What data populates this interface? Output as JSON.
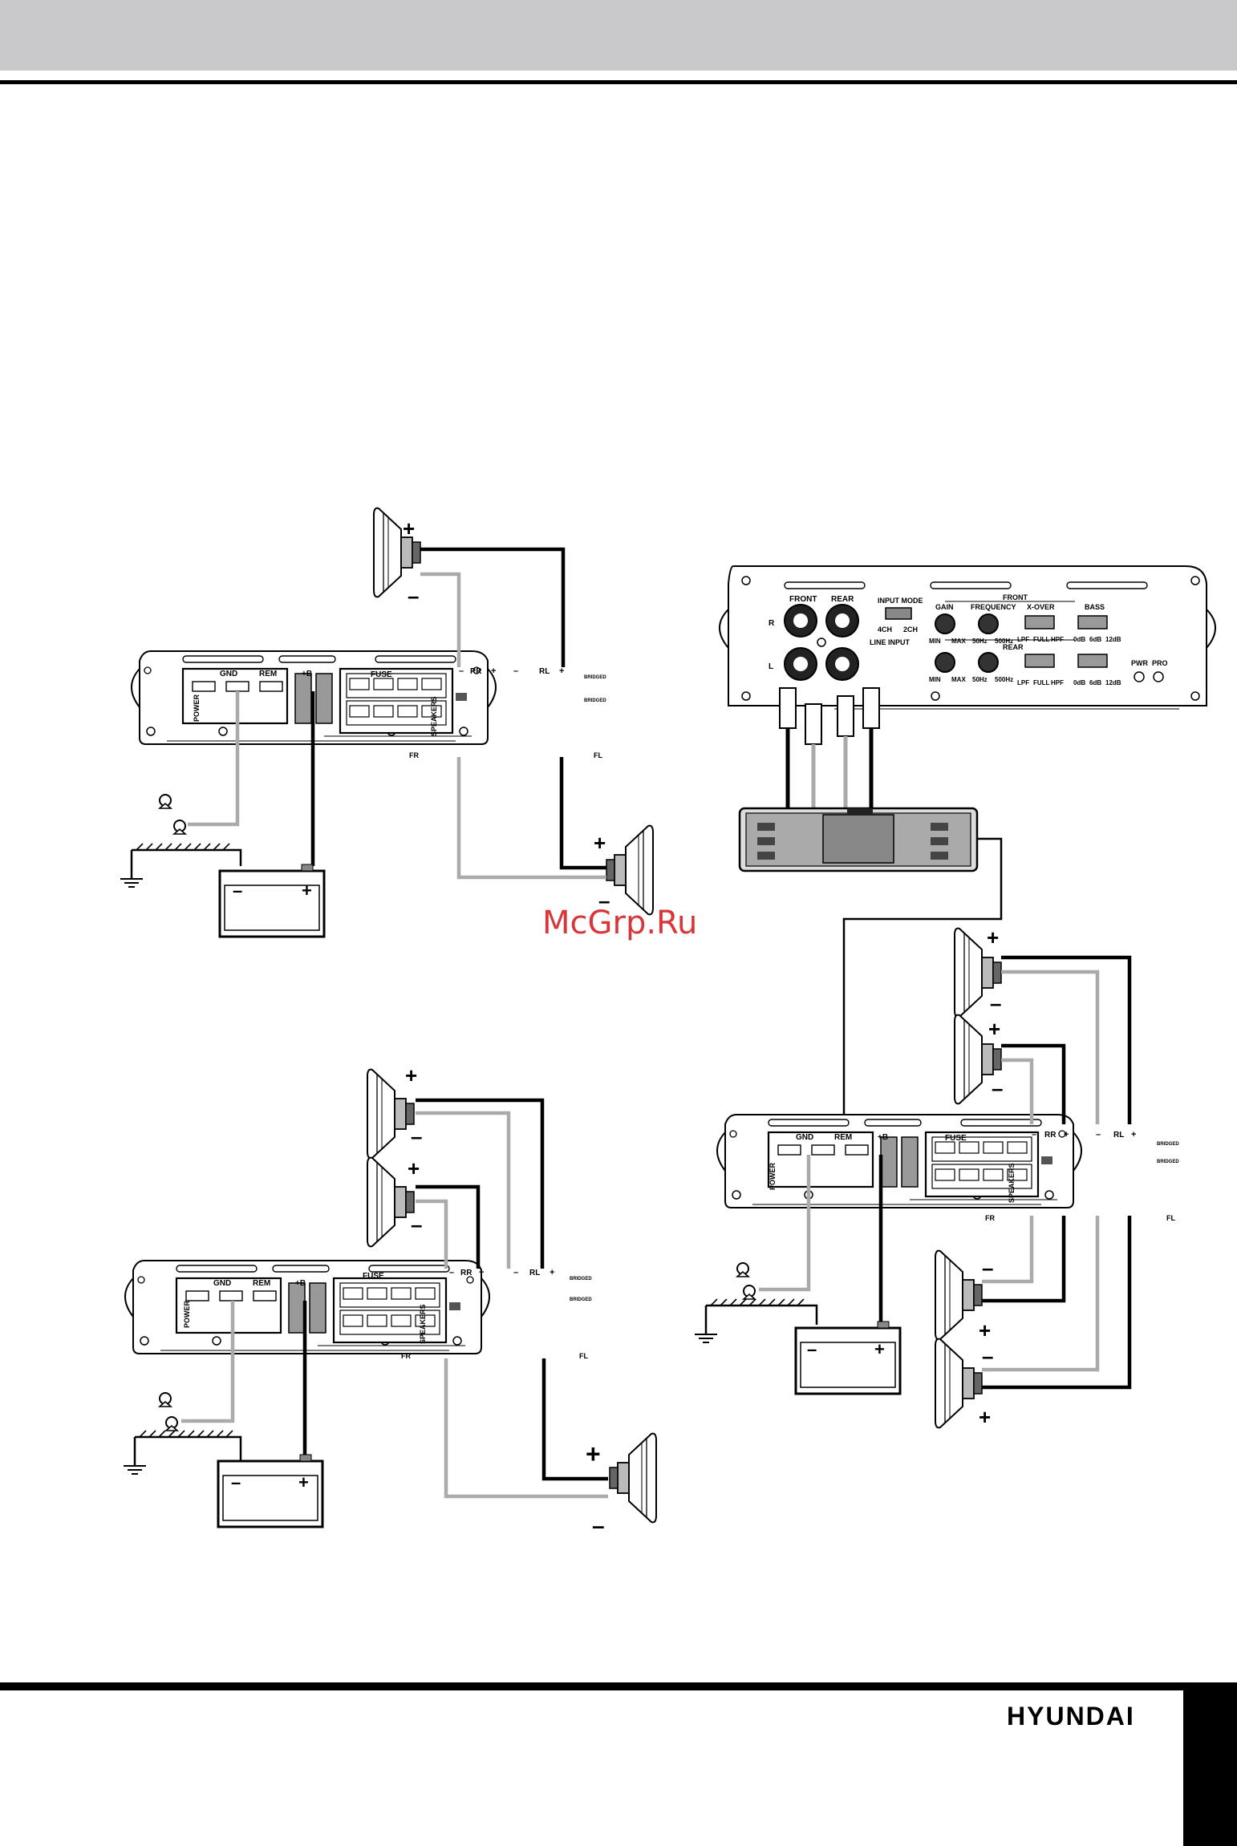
{
  "brand": "HYUNDAI",
  "watermark": "McGrp.Ru",
  "amplifier": {
    "power_label": "POWER",
    "gnd": "GND",
    "rem": "REM",
    "plus_b": "+B",
    "fuse": "FUSE",
    "speakers": "SPEAKERS",
    "rr": "RR",
    "rl": "RL",
    "fr": "FR",
    "fl": "FL",
    "bridged": "BRIDGED",
    "plus": "+",
    "minus": "–"
  },
  "speaker": {
    "plus": "+",
    "minus": "–"
  },
  "battery": {
    "plus": "+",
    "minus": "–"
  },
  "control_panel": {
    "front": "FRONT",
    "rear": "REAR",
    "r": "R",
    "l": "L",
    "line_input": "LINE INPUT",
    "input_mode": "INPUT MODE",
    "ch4": "4CH",
    "ch2": "2CH",
    "gain": "GAIN",
    "frequency": "FREQUENCY",
    "xover": "X-OVER",
    "bass": "BASS",
    "min": "MIN",
    "max": "MAX",
    "hz50": "50Hz",
    "hz500": "500Hz",
    "lpf": "LPF",
    "full": "FULL",
    "hpf": "HPF",
    "db0": "0dB",
    "db6": "6dB",
    "db12": "12dB",
    "pwr": "PWR",
    "pro": "PRO"
  }
}
